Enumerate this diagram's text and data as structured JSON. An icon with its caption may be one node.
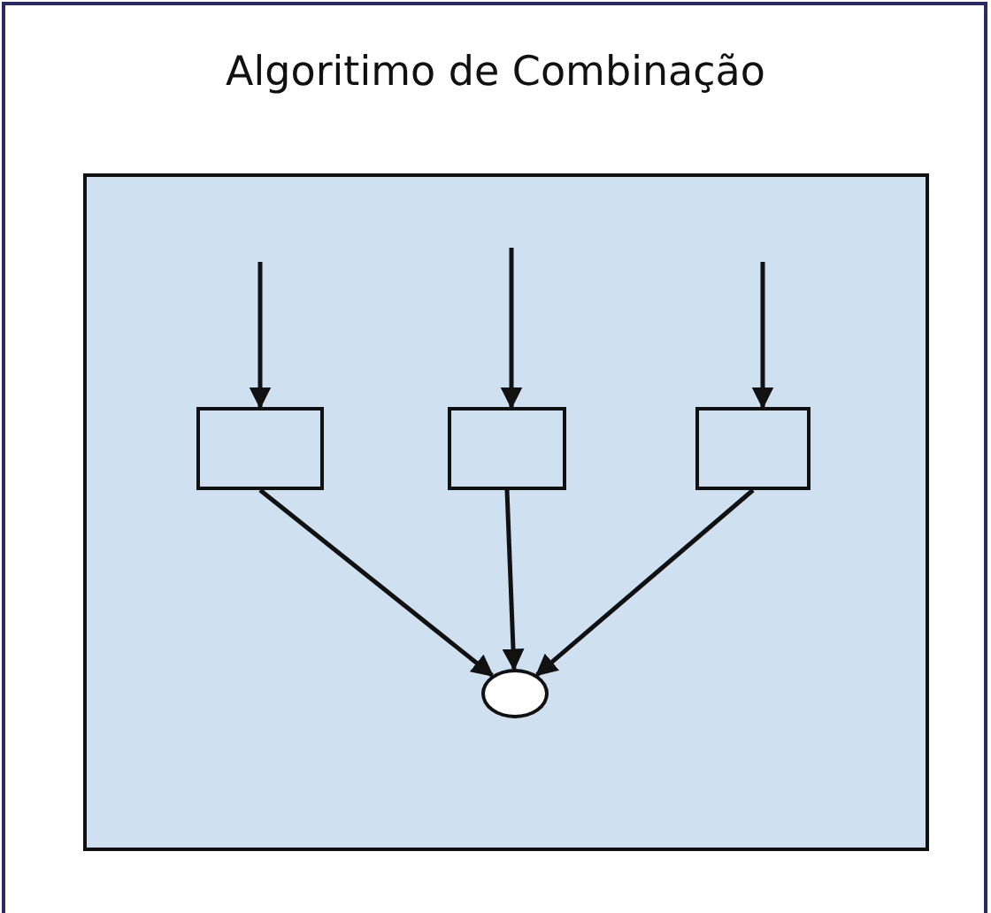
{
  "diagram": {
    "title": "Algoritimo de Combinação",
    "nodes": [
      {
        "text": [],
        "shape": "box"
      },
      {
        "text": [],
        "shape": "box",
        "in": 0
      },
      {
        "text": [],
        "shape": "box",
        "in": 0
      },
      {
        "text": [],
        "shape": "box",
        "in": 0
      },
      {
        "text": [],
        "shape": "circle",
        "in": 0
      }
    ],
    "edges": [
      {
        "from": null,
        "to": 1,
        "arrow": "to"
      },
      {
        "from": null,
        "to": 2,
        "arrow": "to"
      },
      {
        "from": null,
        "to": 3,
        "arrow": "to"
      },
      {
        "from": 1,
        "to": 4,
        "arrow": "to"
      },
      {
        "from": 2,
        "to": 4,
        "arrow": "to"
      },
      {
        "from": 3,
        "to": 4,
        "arrow": "to"
      }
    ]
  }
}
